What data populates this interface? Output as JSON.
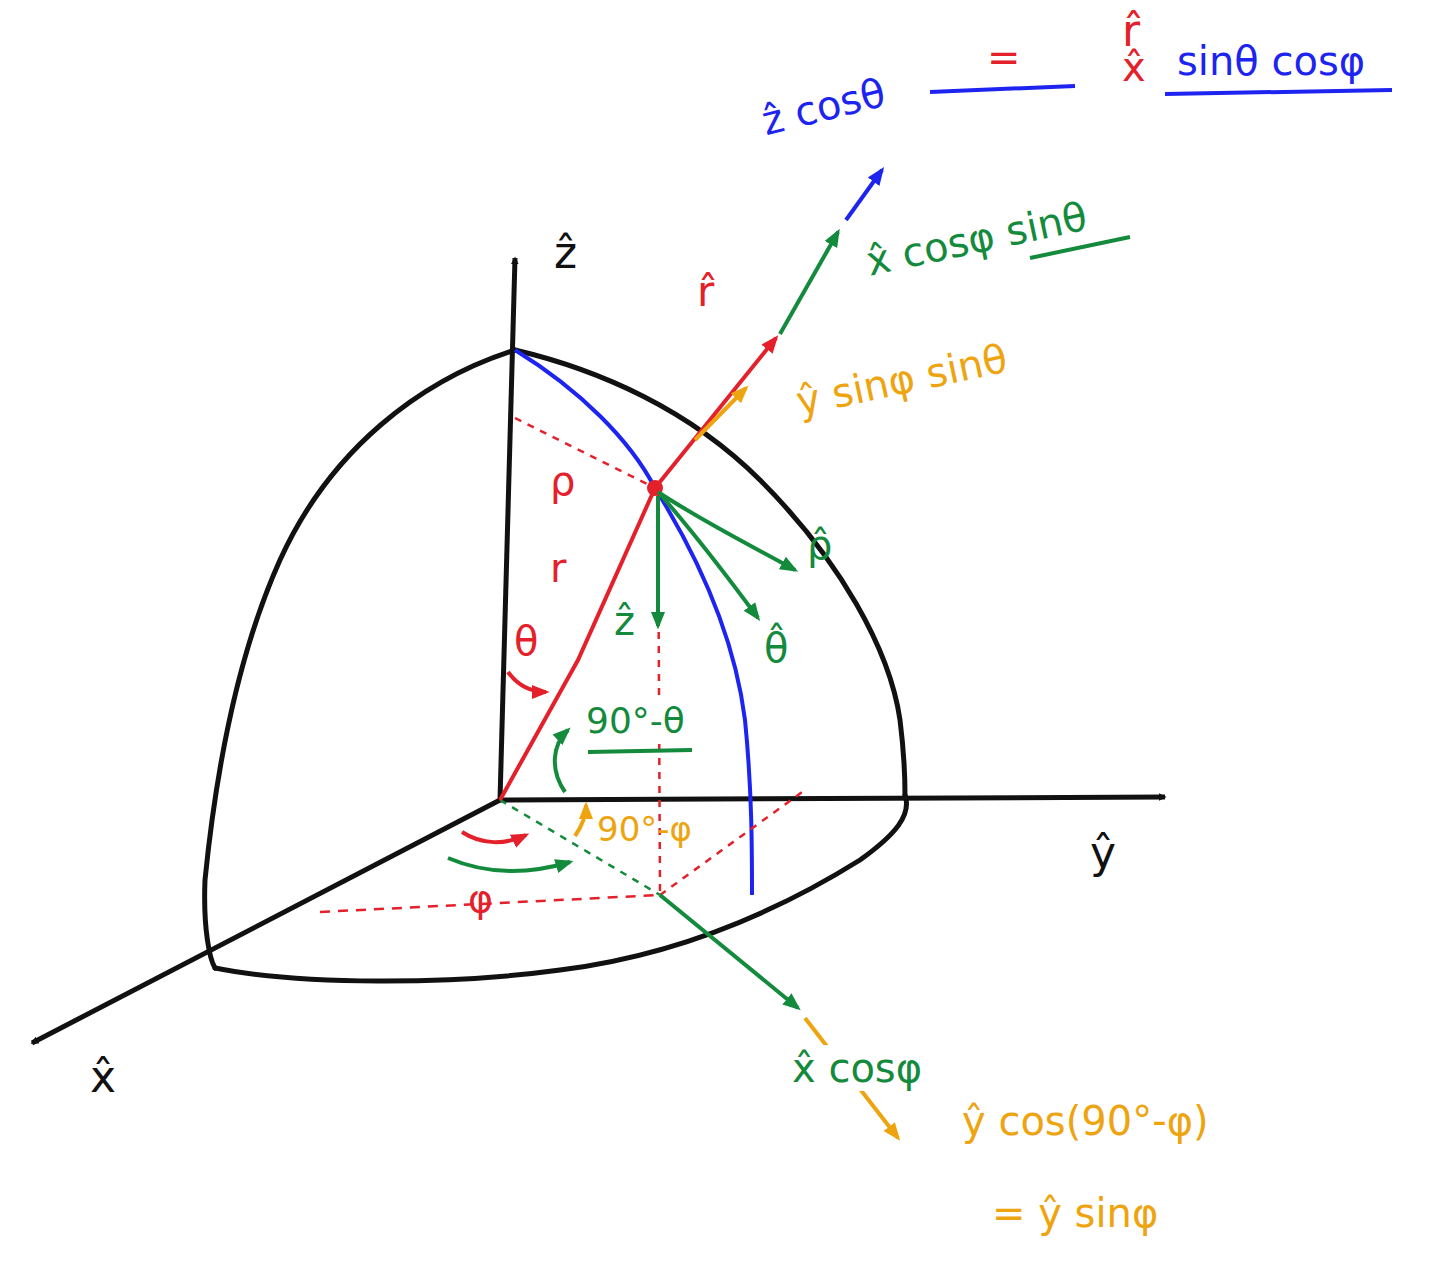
{
  "diagram": {
    "labels": [
      "ẑ cosθ",
      "r̂",
      "=",
      "x̂",
      "sinθ cosφ",
      "x̂ cosφ sinθ",
      "ẑ",
      "r̂",
      "ŷ sinφ sinθ",
      "ρ",
      "ρ̂",
      "r",
      "ẑ",
      "θ̂",
      "θ",
      "90°-θ",
      "90°-φ",
      "φ",
      "ŷ",
      "x̂",
      "x̂ cosφ",
      "ŷ cos(90°-φ)",
      "= ŷ sinφ"
    ]
  }
}
